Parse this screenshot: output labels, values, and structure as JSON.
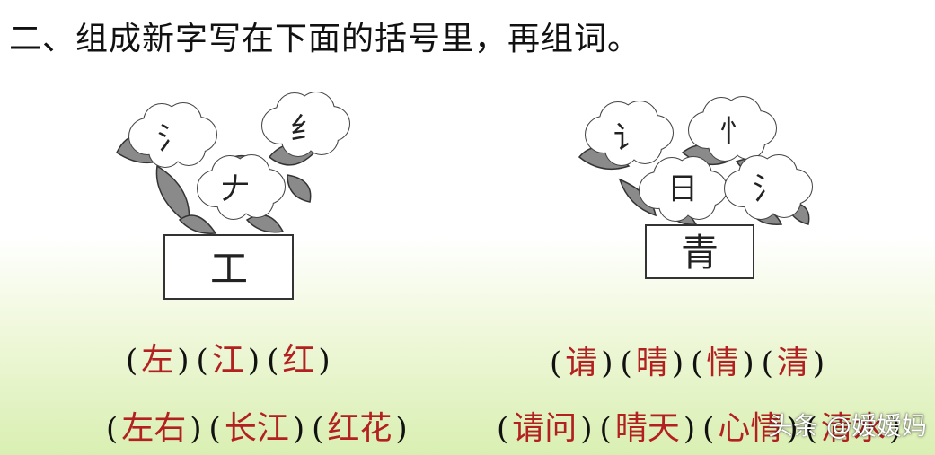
{
  "title": "二、组成新字写在下面的括号里，再组词。",
  "left_group": {
    "radicals": [
      "氵",
      "纟",
      "𠂇"
    ],
    "base": "工",
    "chars": [
      "左",
      "江",
      "红"
    ],
    "words": [
      "左右",
      "长江",
      "红花"
    ]
  },
  "right_group": {
    "radicals": [
      "讠",
      "忄",
      "日",
      "氵"
    ],
    "base": "青",
    "chars": [
      "请",
      "晴",
      "情",
      "清"
    ],
    "words": [
      "请问",
      "晴天",
      "心情",
      "清水"
    ]
  },
  "watermark": "头条 @嫒嫒妈",
  "colors": {
    "answer": "#b22020",
    "leaf": "#7a7a7a",
    "background_bottom": "#d9efb2"
  }
}
